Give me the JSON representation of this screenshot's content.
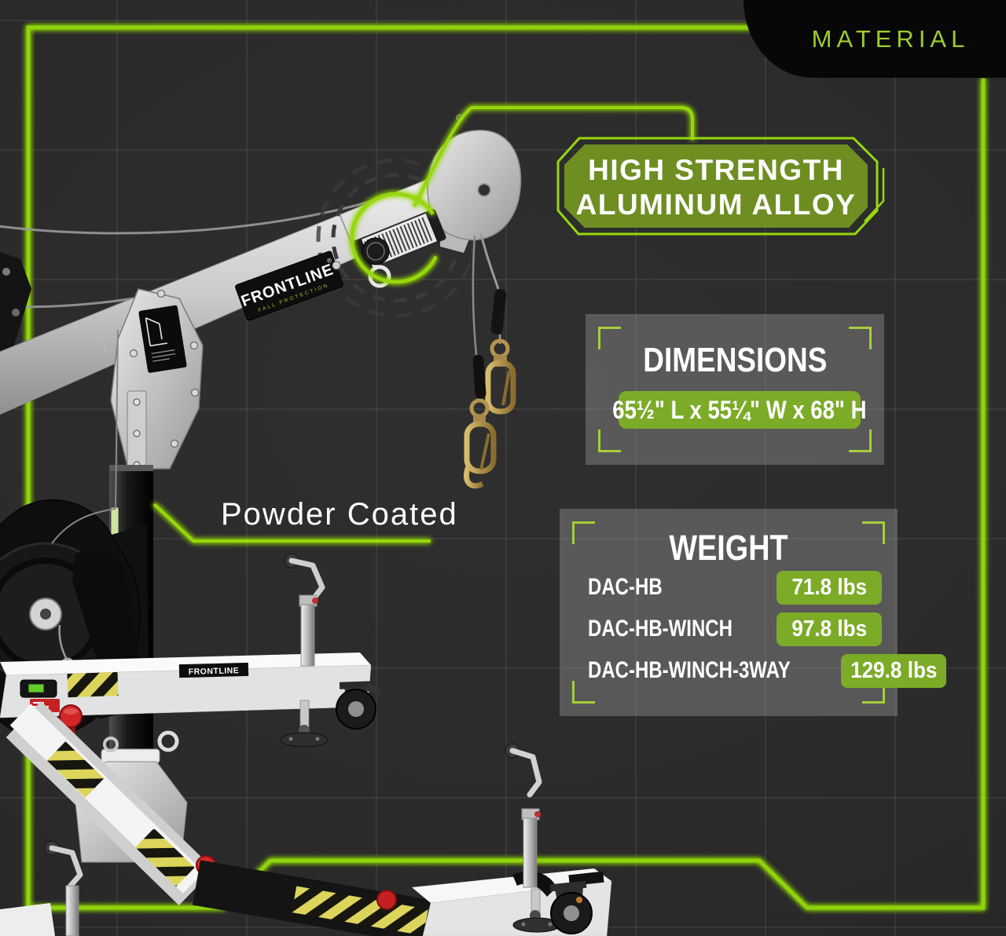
{
  "material_tab": {
    "label": "MATERIAL"
  },
  "alloy_callout": {
    "line1": "HIGH STRENGTH",
    "line2": "ALUMINUM ALLOY"
  },
  "powder_callout": {
    "label": "Powder Coated"
  },
  "dimensions_panel": {
    "title": "DIMENSIONS",
    "value": "65½\" L x 55¼\" W x 68\" H"
  },
  "weight_panel": {
    "title": "WEIGHT",
    "rows": [
      {
        "model": "DAC-HB",
        "weight": "71.8 lbs"
      },
      {
        "model": "DAC-HB-WINCH",
        "weight": "97.8 lbs"
      },
      {
        "model": "DAC-HB-WINCH-3WAY",
        "weight": "129.8 lbs"
      }
    ]
  },
  "product": {
    "brand": "FRONTLINE",
    "brand_registered": "®",
    "brand_tagline": "FALL PROTECTION",
    "beam_brand": "FRONTLINE"
  },
  "colors": {
    "neon_green": "#8fd30b",
    "badge_olive": "#6e8e22",
    "value_green": "#7cab28",
    "bracket_green": "#a6ce3a",
    "material_text": "#9ccc2e",
    "background": "#2a2a2a"
  }
}
